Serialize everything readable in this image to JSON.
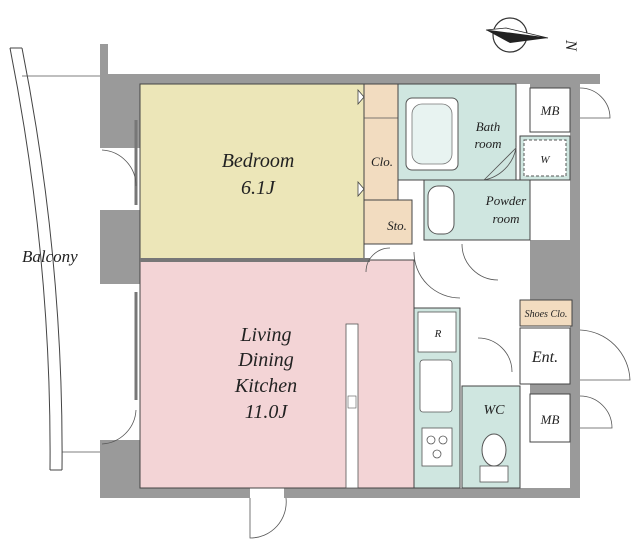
{
  "compass": {
    "letter": "N"
  },
  "rooms": {
    "bedroom": {
      "name": "Bedroom",
      "size": "6.1J"
    },
    "ldk": {
      "line1": "Living",
      "line2": "Dining",
      "line3": "Kitchen",
      "size": "11.0J"
    },
    "balcony": "Balcony",
    "closet": "Clo.",
    "storage": "Sto.",
    "bath": {
      "line1": "Bath",
      "line2": "room"
    },
    "washer": "W",
    "powder": {
      "line1": "Powder",
      "line2": "room"
    },
    "mb_top": "MB",
    "mb_bottom": "MB",
    "shoes": "Shoes Clo.",
    "entrance": "Ent.",
    "wc": "WC",
    "fridge": "R"
  },
  "colors": {
    "bedroom": "#ece6b8",
    "ldk": "#f3d4d6",
    "wet": "#cfe6e0",
    "storage": "#f2dcc0",
    "wall": "#9a9a9a"
  }
}
